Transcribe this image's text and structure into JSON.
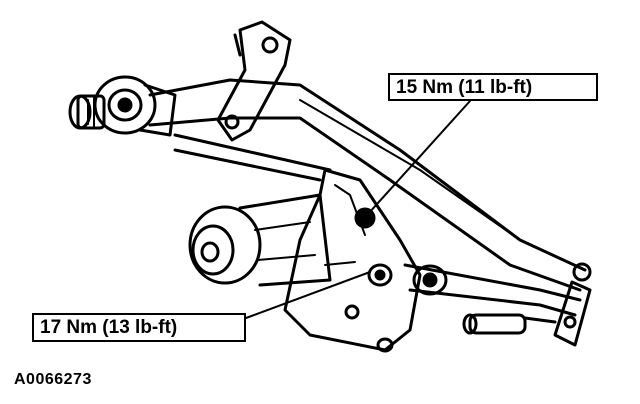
{
  "callouts": {
    "upper_torque": "15 Nm (11 lb-ft)",
    "lower_torque": "17 Nm (13 lb-ft)"
  },
  "figure_id": "A0066273",
  "colors": {
    "line": "#000000",
    "background": "#ffffff"
  }
}
